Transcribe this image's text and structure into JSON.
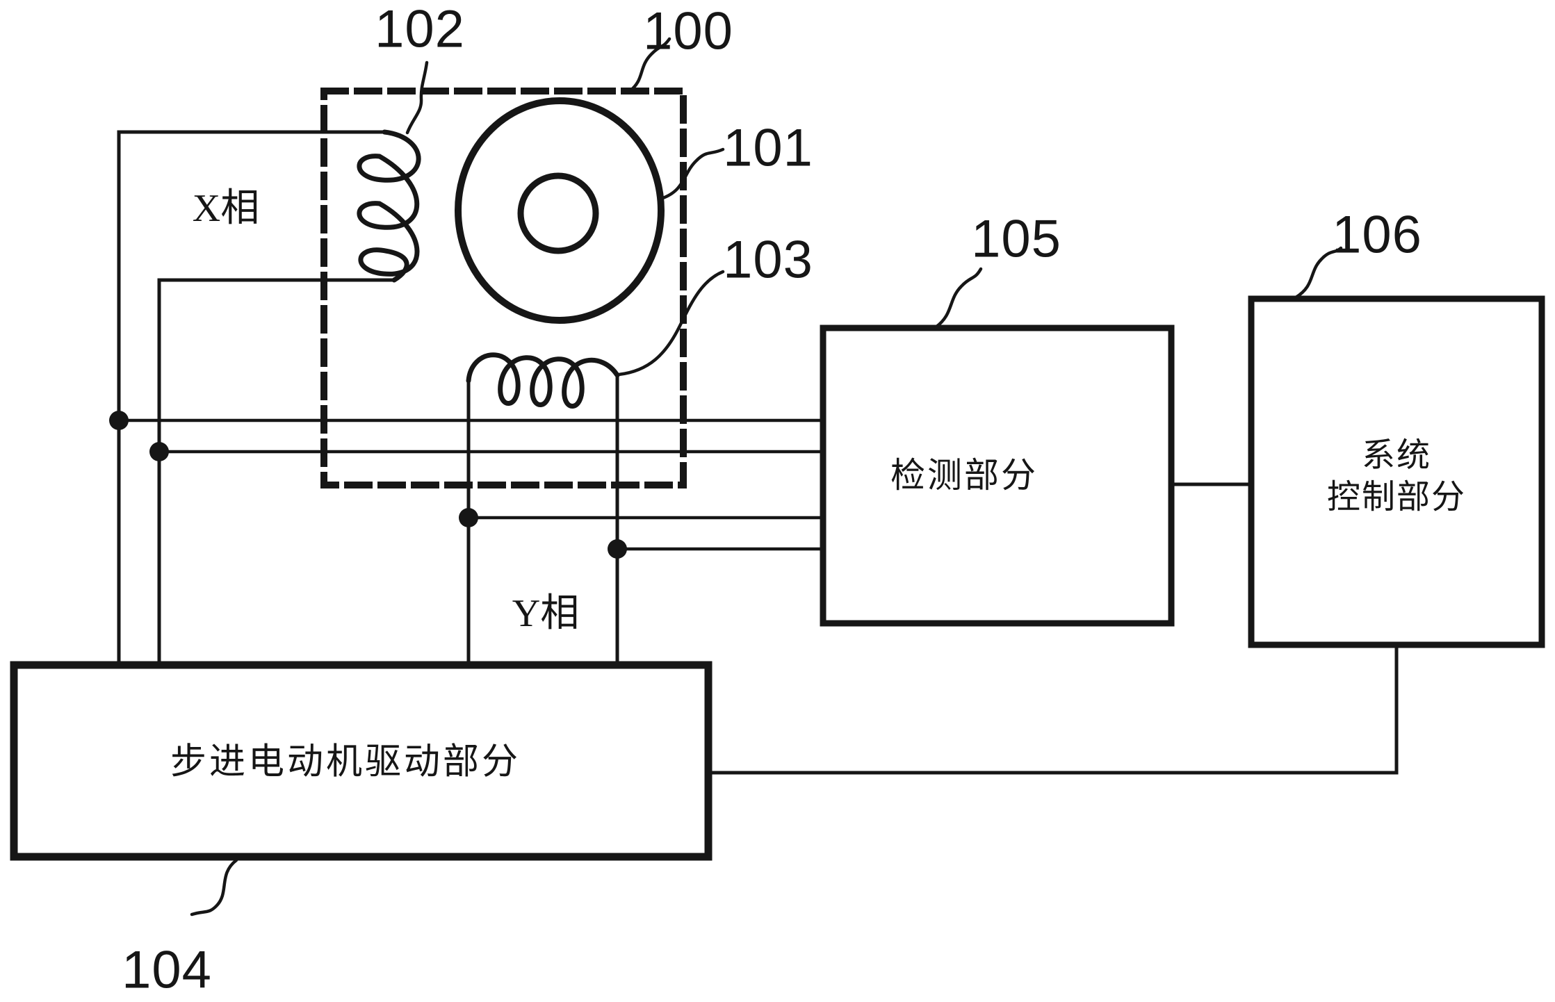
{
  "figure": {
    "kind": "patent-block-diagram",
    "background_color": "#ffffff",
    "ink_color": "#161616"
  },
  "motor_unit": {
    "ref": "100",
    "rotor_ref": "101",
    "x_coil_ref": "102",
    "y_coil_ref": "103",
    "x_phase_label": "X相",
    "y_phase_label": "Y相"
  },
  "detection": {
    "ref": "105",
    "label": "检测部分"
  },
  "system_control": {
    "ref": "106",
    "label_line1": "系统",
    "label_line2": "控制部分"
  },
  "driver": {
    "ref": "104",
    "label": "步进电动机驱动部分"
  }
}
